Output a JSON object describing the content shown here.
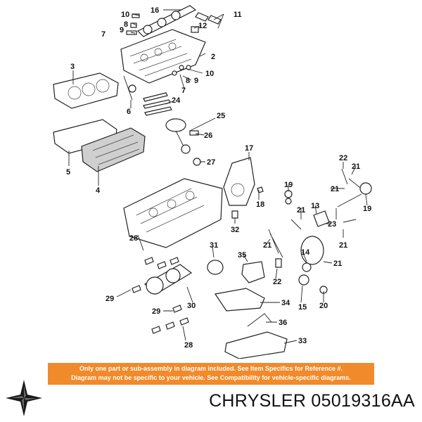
{
  "callouts": [
    "10",
    "16",
    "11",
    "8",
    "12",
    "7",
    "9",
    "2",
    "3",
    "10",
    "8",
    "9",
    "7",
    "6",
    "24",
    "25",
    "26",
    "5",
    "4",
    "27",
    "17",
    "22",
    "21",
    "19",
    "21",
    "18",
    "13",
    "19",
    "21",
    "32",
    "23",
    "28",
    "31",
    "21",
    "21",
    "35",
    "14",
    "21",
    "22",
    "29",
    "30",
    "34",
    "15",
    "20",
    "29",
    "36",
    "28",
    "33"
  ],
  "notice": {
    "line1": "Only one part or sub-assembly in diagram included. See Item Specifics for Reference #.",
    "line2": "Diagram may not be specific to your vehicle. See Compatibility for vehicle-specific diagrams."
  },
  "colors": {
    "notice_bg": "#f18a2b",
    "notice_text": "#ffffff",
    "brand_mark": "#1a1a1a"
  },
  "brand_icon": "pentastar-icon",
  "part_label": "CHRYSLER 05019316AA"
}
